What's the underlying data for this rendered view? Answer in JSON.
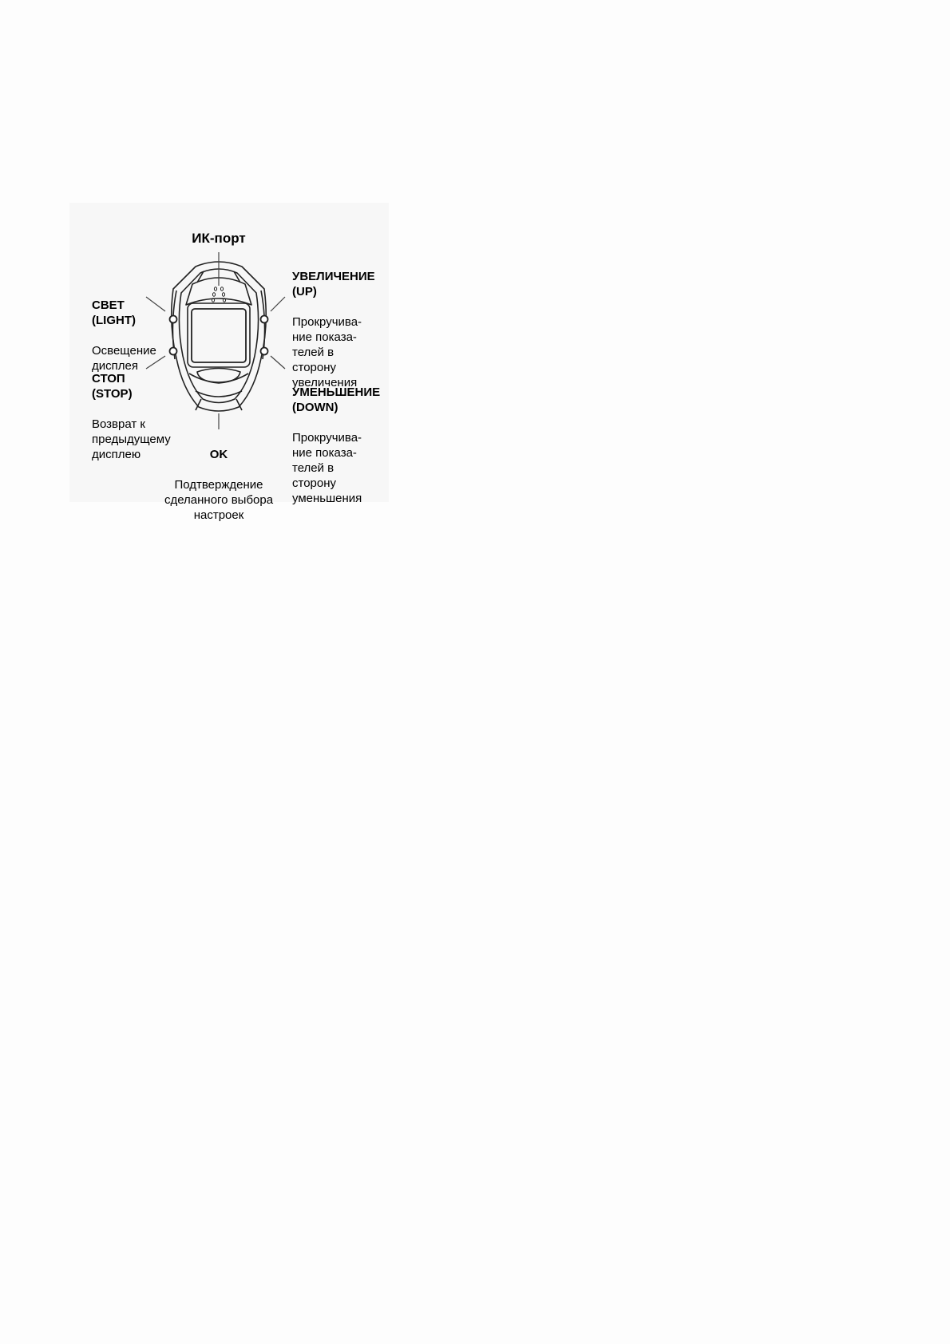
{
  "labels": {
    "ir_port": "ИК-порт",
    "light": {
      "title": "СВЕТ\n(LIGHT)",
      "desc": "Освещение\nдисплея"
    },
    "stop": {
      "title": "СТОП\n(STOP)",
      "desc": "Возврат к\nпредыдущему\nдисплею"
    },
    "up": {
      "title": "УВЕЛИЧЕНИЕ\n(UP)",
      "desc": "Прокручива-\nние показа-\nтелей в\nсторону\nувеличения"
    },
    "down": {
      "title": "УМЕНЬШЕНИЕ\n(DOWN)",
      "desc": "Прокручива-\nние показа-\nтелей в\nсторону\nуменьшения"
    },
    "ok": {
      "title": "OK",
      "desc": "Подтверждение\nсделанного выбора\nнастроек"
    }
  }
}
